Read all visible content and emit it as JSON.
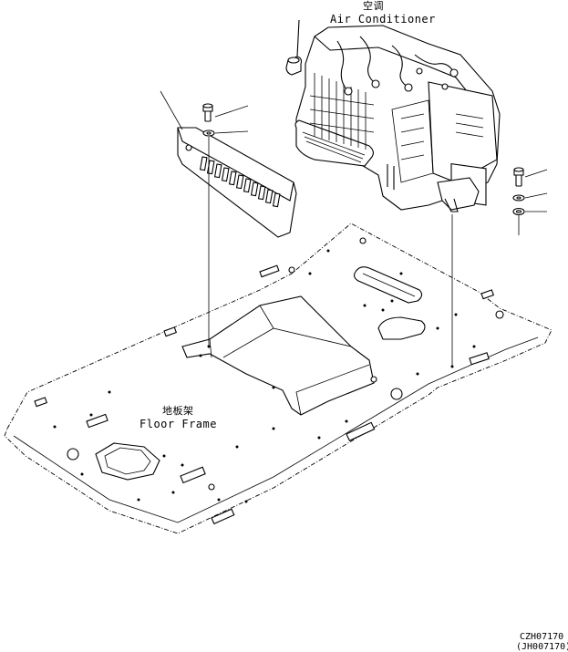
{
  "labels": {
    "ac_cn": "空调",
    "ac_en": "Air Conditioner",
    "floor_cn": "地板架",
    "floor_en": "Floor Frame",
    "code1": "CZH07170",
    "code2": "(JH007170)"
  }
}
